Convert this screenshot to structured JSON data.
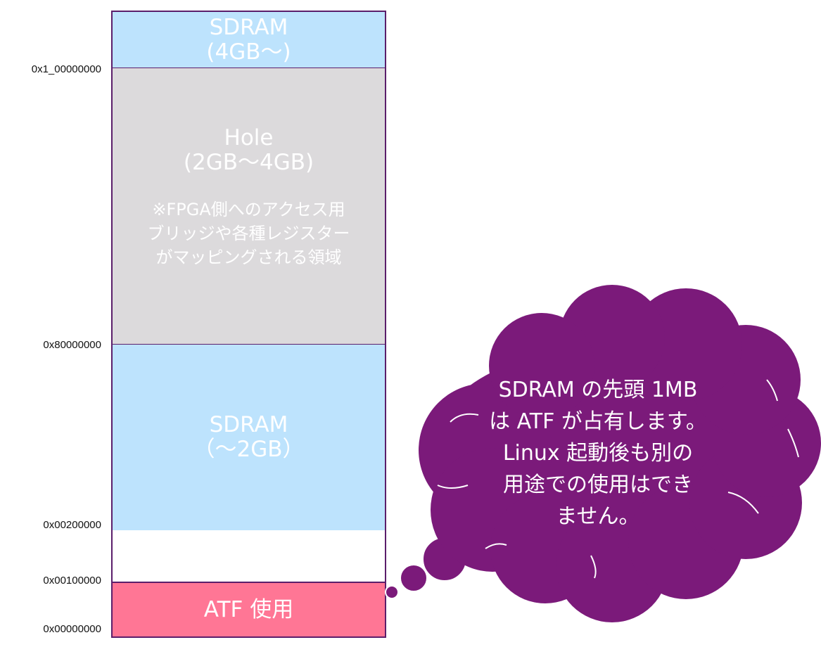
{
  "blocks": {
    "sdram_high": {
      "title": "SDRAM",
      "range": "(4GB〜)"
    },
    "hole": {
      "title": "Hole",
      "range": "(2GB〜4GB)",
      "note_lines": [
        "※FPGA側へのアクセス用",
        "ブリッジや各種レジスター",
        "がマッピングされる領域"
      ]
    },
    "sdram_low": {
      "title": "SDRAM",
      "range": "（〜2GB）"
    },
    "atf": {
      "label": "ATF 使用"
    }
  },
  "addresses": {
    "a1": "0x1_00000000",
    "a2": "0x80000000",
    "a3": "0x00200000",
    "a4": "0x00100000",
    "a5": "0x00000000"
  },
  "callout": {
    "lines": [
      "SDRAM の先頭 1MB",
      "は ATF が占有します。",
      "Linux 起動後も別の",
      "用途での使用はでき",
      "ません。"
    ]
  },
  "colors": {
    "sdram": "#bde3fd",
    "hole": "#dcdadc",
    "atf": "#ff7695",
    "border": "#5b1e6b",
    "callout": "#7b1a7a"
  }
}
